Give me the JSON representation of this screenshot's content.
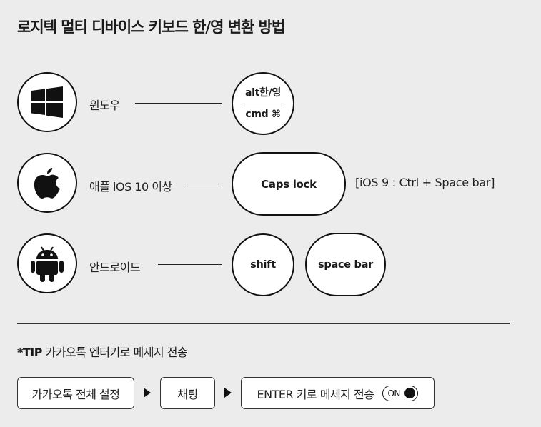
{
  "title": "로지텍 멀티 디바이스 키보드 한/영 변환 방법",
  "rows": [
    {
      "icon": "windows-logo-icon",
      "label": "윈도우"
    },
    {
      "icon": "apple-logo-icon",
      "label": "애플 iOS 10 이상",
      "note": "[iOS 9 : Ctrl + Space bar]"
    },
    {
      "icon": "android-logo-icon",
      "label": "안드로이드"
    }
  ],
  "keys": {
    "windows_top": "alt한/영",
    "windows_bottom": "cmd ⌘",
    "apple": "Caps lock",
    "android_shift": "shift",
    "android_space": "space bar"
  },
  "tip": {
    "prefix": "*TIP",
    "text": " 카카오톡 엔터키로 메세지 전송"
  },
  "steps": [
    {
      "label": "카카오톡 전체 설정"
    },
    {
      "label": "채팅"
    },
    {
      "label": "ENTER 키로 메세지 전송",
      "toggle": "ON"
    }
  ]
}
